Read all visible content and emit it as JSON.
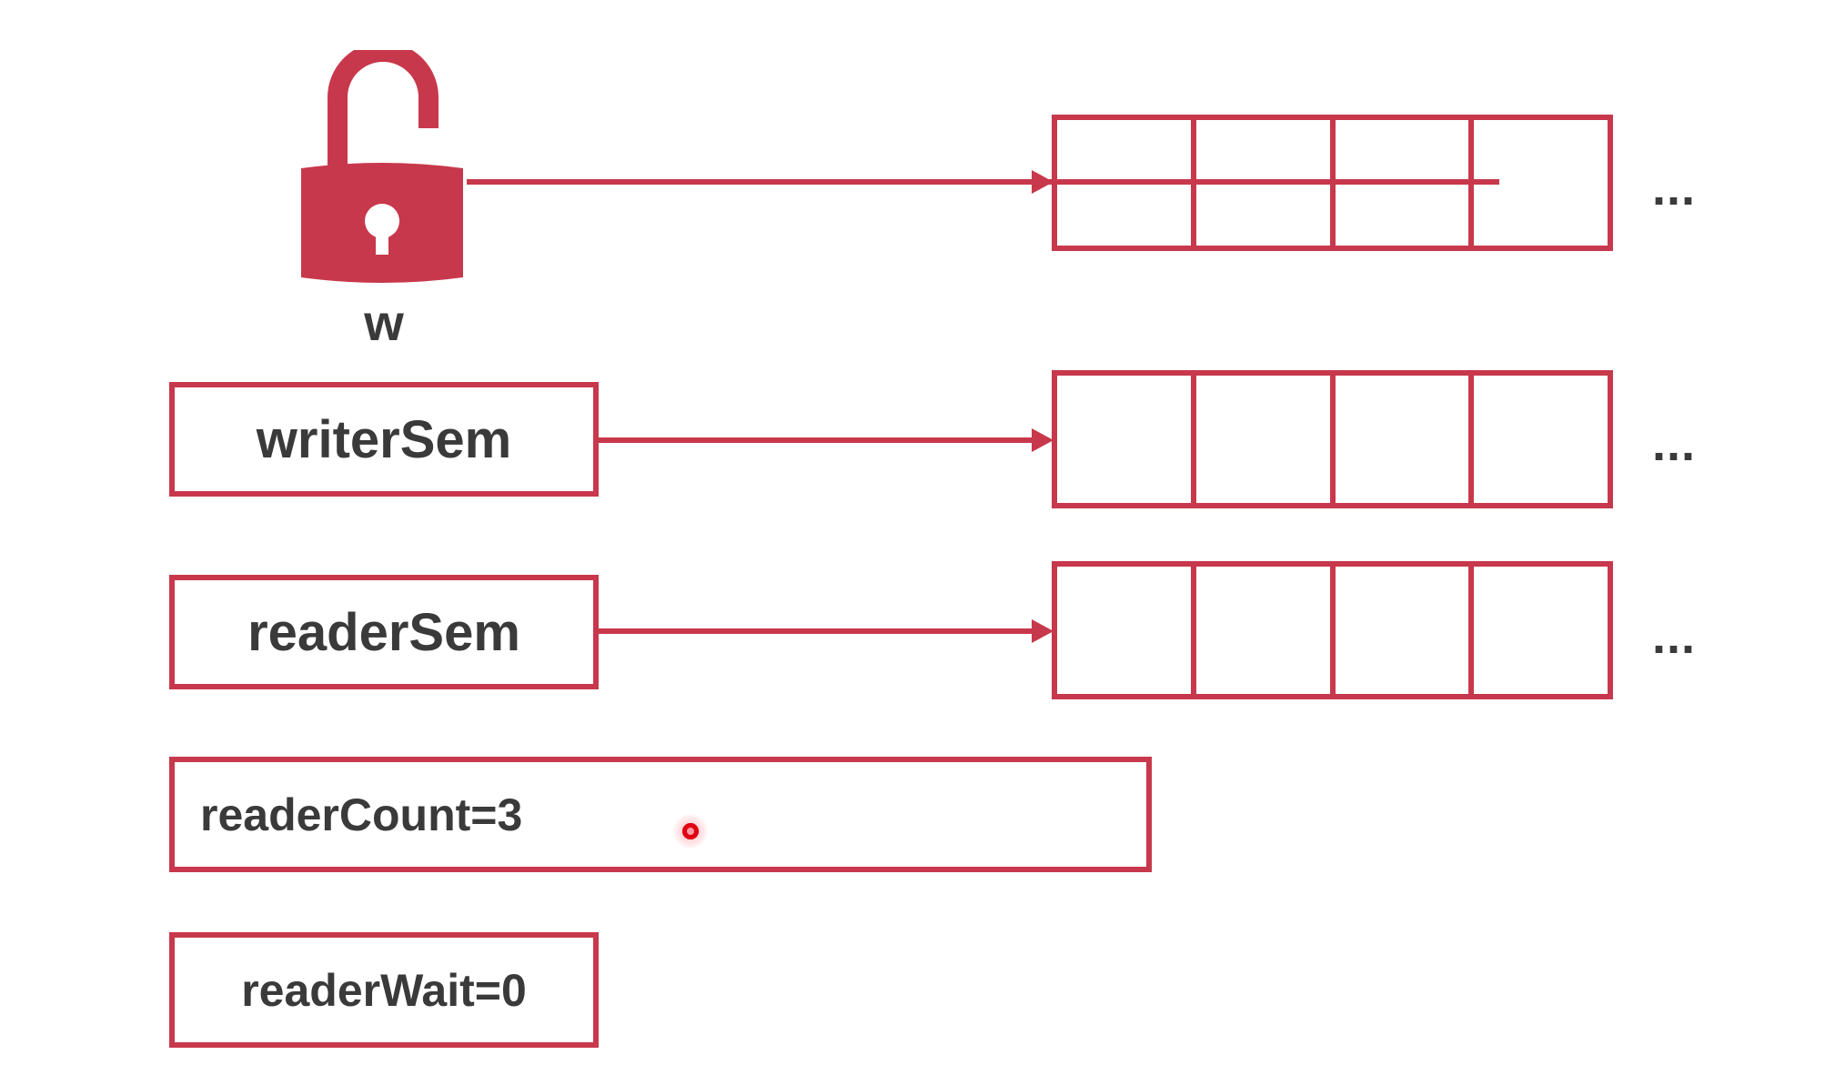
{
  "lock": {
    "icon": "unlocked-padlock-icon",
    "label": "w"
  },
  "fields": {
    "writer_sem": "writerSem",
    "reader_sem": "readerSem",
    "reader_count": "readerCount=3",
    "reader_wait": "readerWait=0"
  },
  "queues": {
    "lock_waiters_more": "...",
    "writer_waiters_more": "...",
    "reader_waiters_more": "..."
  },
  "colors": {
    "accent": "#c8384c",
    "text": "#3a3a3a",
    "cursor": "#e00012"
  }
}
